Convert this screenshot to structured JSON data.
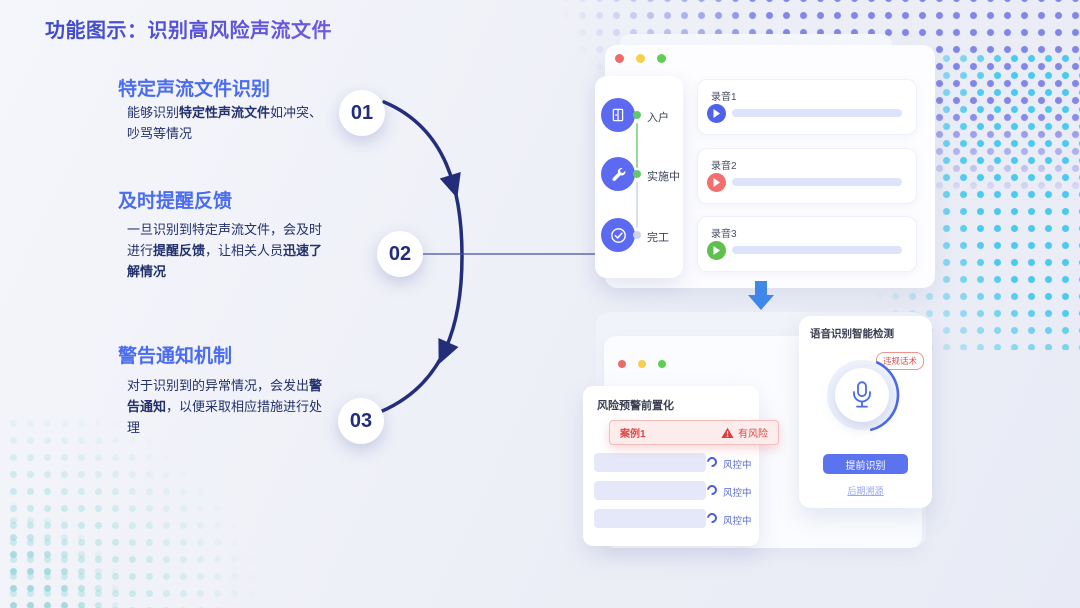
{
  "slide": {
    "title": "功能图示：识别高风险声流文件"
  },
  "features": [
    {
      "number": "01",
      "heading": "特定声流文件识别",
      "body": [
        {
          "text": "能够识别",
          "bold": false
        },
        {
          "text": "特定性声流文件",
          "bold": true
        },
        {
          "text": "如冲突、吵骂等情况",
          "bold": false
        }
      ]
    },
    {
      "number": "02",
      "heading": "及时提醒反馈",
      "body": [
        {
          "text": "一旦识别到特定声流文件，会及时进行",
          "bold": false
        },
        {
          "text": "提醒反馈",
          "bold": true
        },
        {
          "text": "，让相关人员",
          "bold": false
        },
        {
          "text": "迅速了解情况",
          "bold": true
        }
      ]
    },
    {
      "number": "03",
      "heading": "警告通知机制",
      "body": [
        {
          "text": "对于识别到的异常情况，会发出",
          "bold": false
        },
        {
          "text": "警告通知",
          "bold": true
        },
        {
          "text": "，以便采取相应措施进行处理",
          "bold": false
        }
      ]
    }
  ],
  "workflow_window": {
    "traffic_lights": [
      "#ee6a6a",
      "#f6cf4b",
      "#5ecf52"
    ],
    "steps": [
      {
        "label": "入户",
        "icon": "door-icon",
        "dot_color": "#62c96a"
      },
      {
        "label": "实施中",
        "icon": "wrench-icon",
        "dot_color": "#62c96a"
      },
      {
        "label": "完工",
        "icon": "check-icon",
        "dot_color": "#ccd3ee"
      }
    ],
    "recordings": [
      {
        "label": "录音1",
        "play_color": "#4f63ea"
      },
      {
        "label": "录音2",
        "play_color": "#f36f6f"
      },
      {
        "label": "录音3",
        "play_color": "#5fc04d"
      }
    ]
  },
  "risk_card": {
    "title": "风险预警前置化",
    "alert": {
      "label": "案例1",
      "status": "有风险"
    },
    "rows": [
      {
        "status": "风控中"
      },
      {
        "status": "风控中"
      },
      {
        "status": "风控中"
      }
    ]
  },
  "voice_card": {
    "title": "语音识别智能检测",
    "badge": "违规话术",
    "button": "提前识别",
    "link": "后期溯源"
  },
  "colors": {
    "accent_blue": "#4b6cf0",
    "navy": "#232e7a",
    "icon_blue": "#5b6af0",
    "risk_red": "#e04848",
    "green": "#62c96a",
    "down_arrow_blue": "#3f87e8"
  }
}
